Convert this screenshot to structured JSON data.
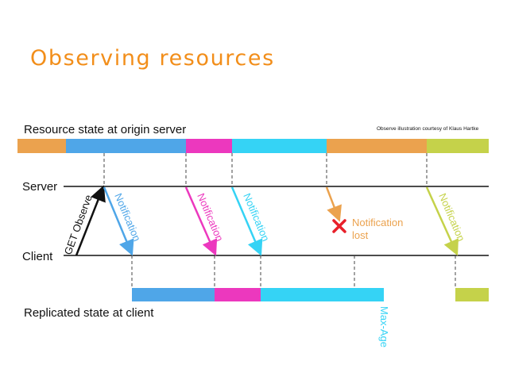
{
  "slide_title": "Observing resources",
  "labels": {
    "resource_state": "Resource state at origin server",
    "credit": "Observe illustration courtesy of Klaus Hartke",
    "server": "Server",
    "client": "Client",
    "replicated_state": "Replicated state at client",
    "get_observe": "GET Observe",
    "notification": "Notification",
    "notification_lost_line1": "Notification",
    "notification_lost_line2": "lost",
    "max_age": "Max-Age"
  },
  "colors": {
    "title": "#F28E1A",
    "orange": "#EBA24E",
    "blue": "#4FA6E8",
    "magenta": "#EC38BE",
    "cyan": "#35D3F5",
    "lime": "#C5D24A",
    "lost_x": "#E8202A",
    "black": "#111111"
  }
}
